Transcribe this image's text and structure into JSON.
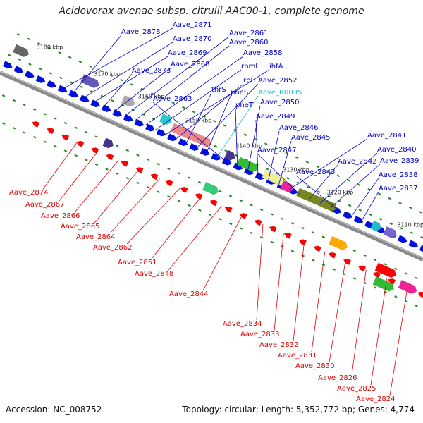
{
  "header": {
    "title": "Acidovorax avenae subsp. citrulli AAC00-1, complete genome"
  },
  "footer": {
    "accession": "Accession: NC_008752",
    "summary": "Topology: circular; Length: 5,352,772 bp; Genes: 4,774"
  },
  "colors": {
    "forward_label": "#0000cc",
    "reverse_label": "#dd0000",
    "rna_label": "#22bbcc",
    "backbone": "#8a8a8a",
    "tick_green": "#228822"
  },
  "scale_ticks": [
    "3180 kbp",
    "3170 kbp",
    "3160 kbp",
    "3150 kbp",
    "3140 kbp",
    "3130 kbp",
    "3120 kbp",
    "3110 kbp"
  ],
  "forward_labels": [
    "Aave_2871",
    "Aave_2878",
    "Aave_2870",
    "Aave_2869",
    "Aave_2873",
    "Aave_2868",
    "Aave_2861",
    "Aave_2860",
    "Aave_2858",
    "rpmI",
    "ihfA",
    "rplT",
    "thrS",
    "Aave_2852",
    "pheS",
    "Aave_R0035",
    "Aave_2863",
    "pheT",
    "Aave_2850",
    "Aave_2849",
    "Aave_2846",
    "Aave_2845",
    "Aave_2841",
    "Aave_2847",
    "Aave_2842",
    "Aave_2840",
    "Aave_2839",
    "Aave_2843",
    "Aave_2838",
    "Aave_2837"
  ],
  "reverse_labels": [
    "Aave_2874",
    "Aave_2867",
    "Aave_2866",
    "Aave_2865",
    "Aave_2864",
    "Aave_2862",
    "Aave_2851",
    "Aave_2848",
    "Aave_2844",
    "Aave_2834",
    "Aave_2833",
    "Aave_2832",
    "Aave_2831",
    "Aave_2830",
    "Aave_2826",
    "Aave_2825",
    "Aave_2824"
  ]
}
